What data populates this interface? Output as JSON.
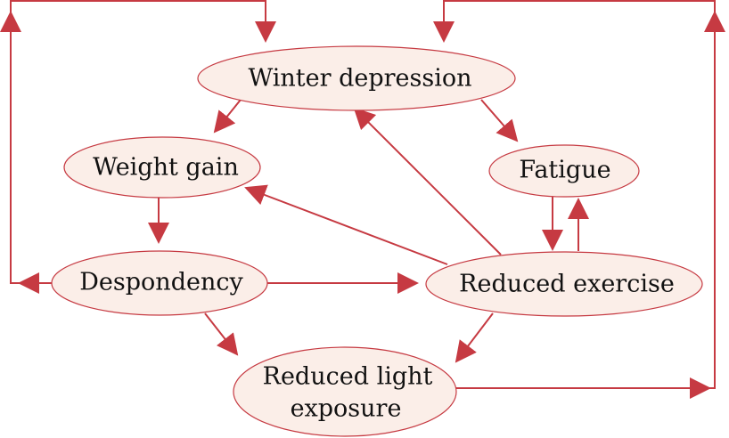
{
  "colors": {
    "accent": "#c63a42",
    "node_fill": "#fbeee8"
  },
  "nodes": {
    "winter_depression": "Winter depression",
    "weight_gain": "Weight gain",
    "fatigue": "Fatigue",
    "despondency": "Despondency",
    "reduced_exercise": "Reduced exercise",
    "reduced_light_line1": "Reduced light",
    "reduced_light_line2": "exposure"
  },
  "edges": [
    {
      "from": "Winter depression",
      "to": "Weight gain"
    },
    {
      "from": "Winter depression",
      "to": "Fatigue"
    },
    {
      "from": "Weight gain",
      "to": "Despondency"
    },
    {
      "from": "Despondency",
      "to": "Reduced exercise"
    },
    {
      "from": "Despondency",
      "to": "Reduced light exposure"
    },
    {
      "from": "Despondency",
      "to": "Winter depression"
    },
    {
      "from": "Reduced exercise",
      "to": "Winter depression"
    },
    {
      "from": "Reduced exercise",
      "to": "Weight gain"
    },
    {
      "from": "Reduced exercise",
      "to": "Fatigue"
    },
    {
      "from": "Fatigue",
      "to": "Reduced exercise"
    },
    {
      "from": "Reduced exercise",
      "to": "Reduced light exposure"
    },
    {
      "from": "Reduced light exposure",
      "to": "Winter depression"
    }
  ]
}
